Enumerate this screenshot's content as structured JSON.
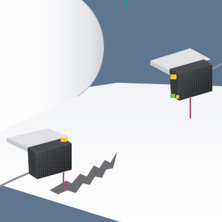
{
  "scene": {
    "colors": {
      "background": "#5f7690",
      "paper": "#f4f5f7",
      "sensor_body": "#2e2f31",
      "bracket": "#dfe1e3",
      "indicator_yellow": "#f2c21b",
      "indicator_green": "#7cc242",
      "laser_beam": "#e0356a",
      "divider_line": "#1a9a8a"
    },
    "icons": [
      "photoelectric-sensor",
      "paper-roll",
      "paper-web",
      "laser-beam",
      "paper-tear"
    ]
  }
}
